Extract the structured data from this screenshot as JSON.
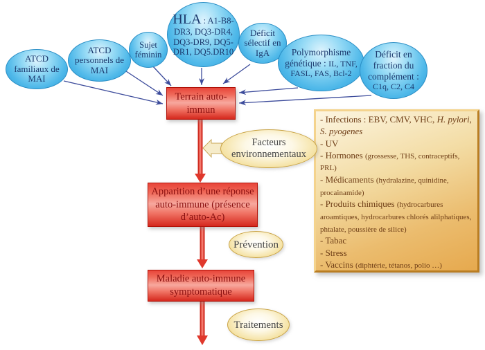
{
  "nodes": {
    "e1": {
      "label": "ATCD familiaux de MAI"
    },
    "e2": {
      "label": "ATCD personnels de MAI"
    },
    "e3": {
      "label": "Sujet féminin"
    },
    "e4": {
      "main": "HLA",
      "rest": " : A1-B8-DR3, DQ3-DR4, DQ3-DR9, DQ5-DR1, DQ5.DR10"
    },
    "e5": {
      "label": "Déficit sélectif en IgA"
    },
    "e6": {
      "main": "Polymorphisme génétique : ",
      "rest": "IL, TNF, FASL, FAS, Bcl-2"
    },
    "e7": {
      "main": "Déficit en fraction du complément : ",
      "rest": "C1q, C2, C4"
    }
  },
  "flow": {
    "terrain": "Terrain auto-immun",
    "apparition": "Apparition d’une réponse auto-immune (présence d’auto-Ac)",
    "maladie": "Maladie auto-immune symptomatique"
  },
  "side": {
    "facteurs": "Facteurs environnementaux",
    "prevention": "Prévention",
    "traitements": "Traitements"
  },
  "env": {
    "lines": [
      {
        "a": "- Infections : EBV, CMV, VHC, ",
        "b_italic": "H. pylori, S. pyogenes"
      },
      {
        "a": "- UV"
      },
      {
        "a": "- Hormones ",
        "b": "(grossesse, THS, contraceptifs, PRL)"
      },
      {
        "a": "- Médicaments ",
        "b": "(hydralazine, quinidine, procainamide)"
      },
      {
        "a": "- Produits chimiques ",
        "b": "(hydrocarbures aroamtiques, hydrocarbures chlorés alilphatiques, phtalate, poussière de silice)"
      },
      {
        "a": "- Tabac"
      },
      {
        "a": "- Stress"
      },
      {
        "a": "- Vaccins ",
        "b": "(diphtérie, tétanos, polio …)"
      }
    ]
  },
  "colors": {
    "factor_blue": "#35a3dd",
    "flow_red": "#d92b1f",
    "side_gold": "#eccb6d",
    "env_orange": "#e6a94e",
    "arrow_blue": "#3c4b9b",
    "blue_text": "#1c3a6e",
    "red_text": "#8a1010",
    "env_text": "#6e3d16"
  }
}
